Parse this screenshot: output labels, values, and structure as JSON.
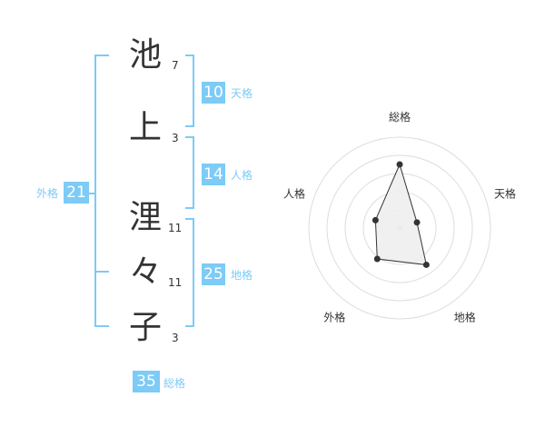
{
  "name": {
    "chars": [
      {
        "char": "池",
        "strokes": "7"
      },
      {
        "char": "上",
        "strokes": "3"
      },
      {
        "char": "浬",
        "strokes": "11"
      },
      {
        "char": "々",
        "strokes": "11"
      },
      {
        "char": "子",
        "strokes": "3"
      }
    ]
  },
  "fortune": {
    "tenkaku": {
      "label": "天格",
      "value": "10"
    },
    "jinkaku": {
      "label": "人格",
      "value": "14"
    },
    "chikaku": {
      "label": "地格",
      "value": "25"
    },
    "gaikaku": {
      "label": "外格",
      "value": "21"
    },
    "soukaku": {
      "label": "総格",
      "value": "35"
    }
  },
  "colors": {
    "accent": "#7dcbf6",
    "text": "#333333",
    "grid": "#dddddd",
    "fill": "#eeeeee"
  },
  "chart_data": {
    "type": "radar",
    "axes": [
      "総格",
      "天格",
      "地格",
      "外格",
      "人格"
    ],
    "values": [
      35,
      10,
      25,
      21,
      14
    ]
  }
}
